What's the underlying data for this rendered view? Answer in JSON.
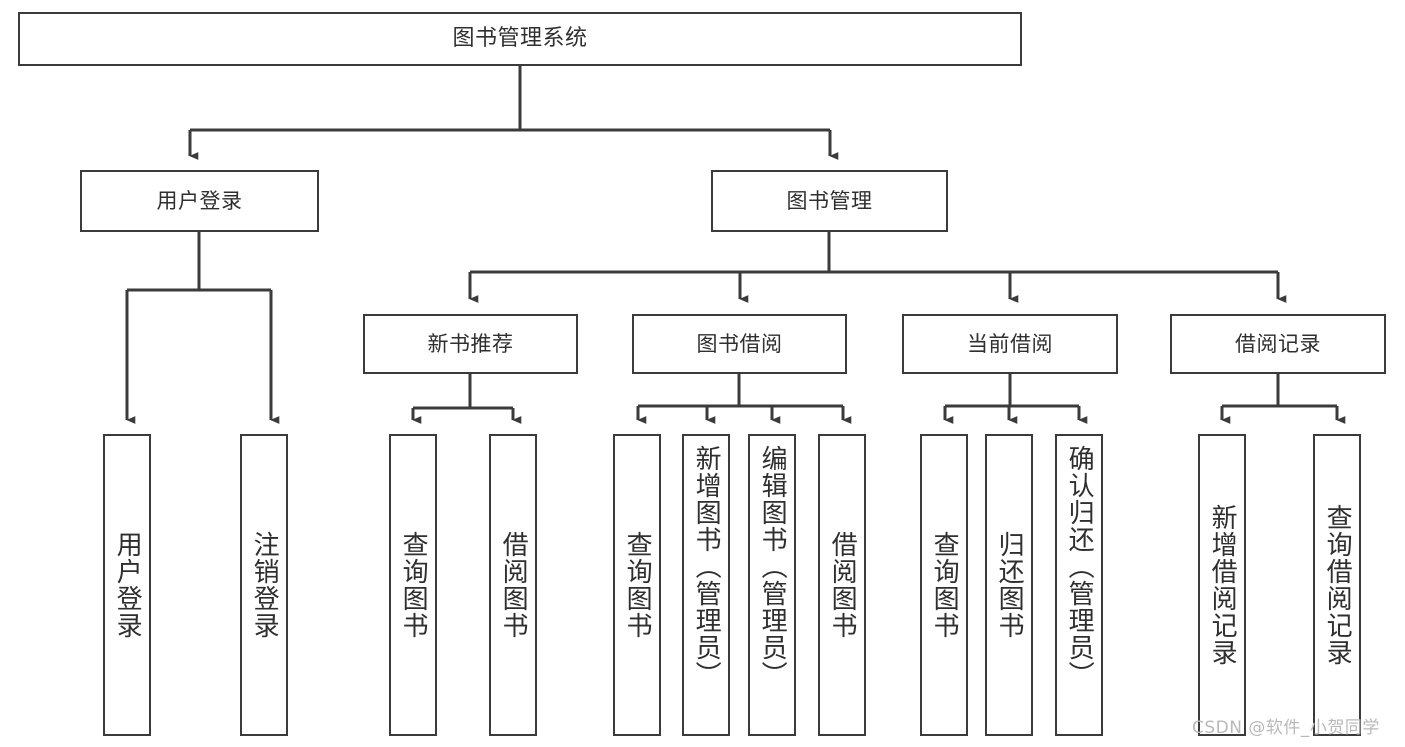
{
  "diagram": {
    "type": "tree-hierarchy",
    "title": "图书管理系统",
    "watermark": "CSDN @软件_小贺同学",
    "colors": {
      "box_border": "#3b3b3b",
      "box_fill": "#ffffff",
      "connector": "#3b3b3b",
      "text": "#2f2f2f",
      "watermark": "#b9b9b9",
      "background": "#ffffff"
    },
    "levels": [
      {
        "level": 1,
        "nodes": [
          {
            "id": "root",
            "label": "图书管理系统"
          }
        ]
      },
      {
        "level": 2,
        "nodes": [
          {
            "id": "l2-user-login",
            "label": "用户登录",
            "parent": "root"
          },
          {
            "id": "l2-book-manage",
            "label": "图书管理",
            "parent": "root"
          }
        ]
      },
      {
        "level": 3,
        "nodes": [
          {
            "id": "l3-new-book",
            "label": "新书推荐",
            "parent": "l2-book-manage"
          },
          {
            "id": "l3-borrow",
            "label": "图书借阅",
            "parent": "l2-book-manage"
          },
          {
            "id": "l3-current",
            "label": "当前借阅",
            "parent": "l2-book-manage"
          },
          {
            "id": "l3-record",
            "label": "借阅记录",
            "parent": "l2-book-manage"
          }
        ]
      },
      {
        "level": 4,
        "nodes": [
          {
            "id": "leaf-user-login",
            "label": "用户登录",
            "parent": "l2-user-login"
          },
          {
            "id": "leaf-user-logout",
            "label": "注销登录",
            "parent": "l2-user-login"
          },
          {
            "id": "leaf-nb-query",
            "label": "查询图书",
            "parent": "l3-new-book"
          },
          {
            "id": "leaf-nb-borrow",
            "label": "借阅图书",
            "parent": "l3-new-book"
          },
          {
            "id": "leaf-bw-query",
            "label": "查询图书",
            "parent": "l3-borrow"
          },
          {
            "id": "leaf-bw-add",
            "label": "新增图书（管理员）",
            "parent": "l3-borrow"
          },
          {
            "id": "leaf-bw-edit",
            "label": "编辑图书（管理员）",
            "parent": "l3-borrow"
          },
          {
            "id": "leaf-bw-borrow",
            "label": "借阅图书",
            "parent": "l3-borrow"
          },
          {
            "id": "leaf-cur-query",
            "label": "查询图书",
            "parent": "l3-current"
          },
          {
            "id": "leaf-cur-return",
            "label": "归还图书",
            "parent": "l3-current"
          },
          {
            "id": "leaf-cur-confirm",
            "label": "确认归还（管理员）",
            "parent": "l3-current"
          },
          {
            "id": "leaf-rec-add",
            "label": "新增借阅记录",
            "parent": "l3-record"
          },
          {
            "id": "leaf-rec-query",
            "label": "查询借阅记录",
            "parent": "l3-record"
          }
        ]
      }
    ]
  }
}
